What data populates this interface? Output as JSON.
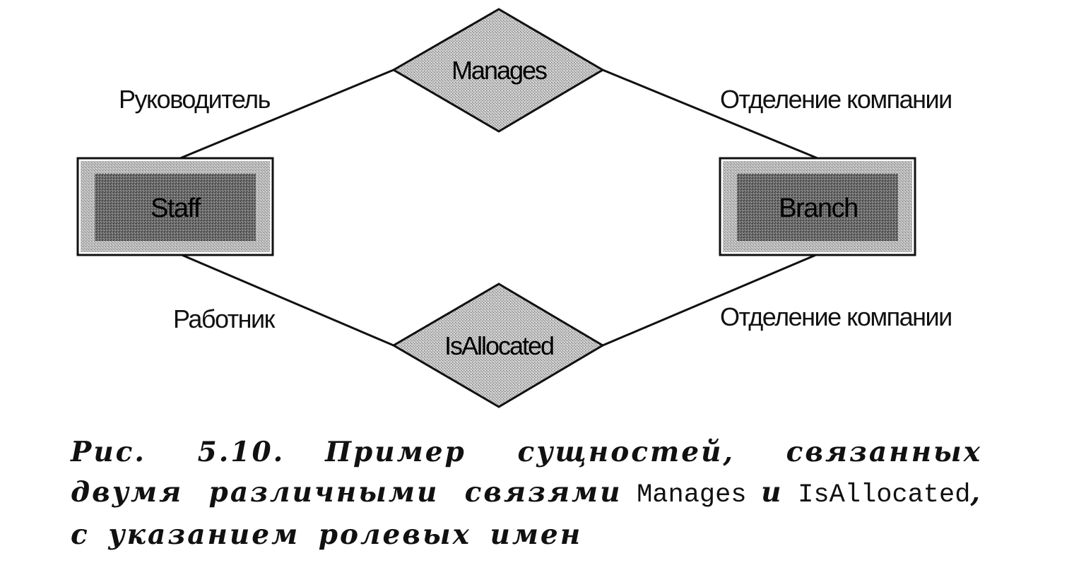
{
  "diagram": {
    "entities": {
      "staff": {
        "label": "Staff"
      },
      "branch": {
        "label": "Branch"
      }
    },
    "relationships": {
      "manages": {
        "label": "Manages"
      },
      "is_allocated": {
        "label": "IsAllocated"
      }
    },
    "roles": {
      "staff_manages": "Руководитель",
      "branch_manages": "Отделение компании",
      "staff_is_allocated": "Работник",
      "branch_is_allocated": "Отделение компании"
    }
  },
  "caption": {
    "number": "Рис. 5.10.",
    "text_1": "Пример сущностей, связанных двумя различными связями",
    "term_1": "Manages",
    "conj": "и",
    "term_2": "IsAllocated",
    "text_2": ", с указанием ролевых имен"
  },
  "colors": {
    "ink": "#111111",
    "entity_fill": "#6e6e6e",
    "entity_bevel": "#bcbcbc",
    "diamond_fill": "#c4c4c4"
  }
}
